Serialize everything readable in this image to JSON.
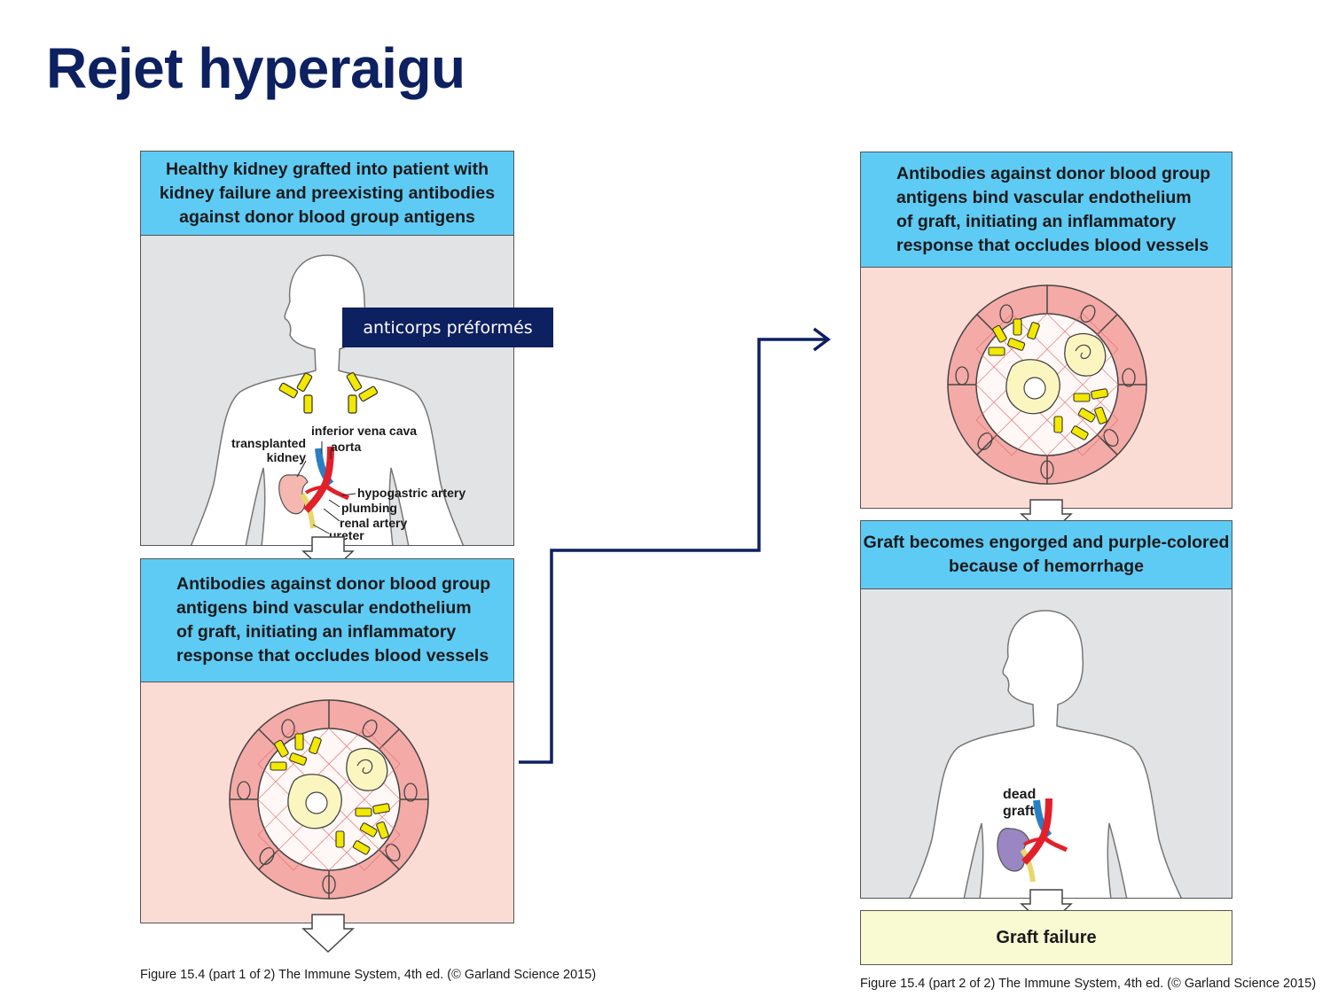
{
  "slide": {
    "title": "Rejet hyperaigu",
    "tooltip": "anticorps préformés"
  },
  "left_figure": {
    "step1_text": "Healthy kidney grafted into patient with\nkidney failure and preexisting antibodies\nagainst donor blood group antigens",
    "labels": {
      "inferior_vena_cava": "inferior vena cava",
      "aorta": "aorta",
      "transplanted_kidney": "transplanted\nkidney",
      "hypogastric_artery": "hypogastric artery",
      "plumbing": "plumbing",
      "renal_artery": "renal artery",
      "ureter": "ureter"
    },
    "step2_text": "Antibodies against donor blood group\nantigens bind vascular endothelium\nof graft, initiating an inflammatory\nresponse that occludes blood vessels",
    "caption": "Figure 15.4 (part 1 of 2)  The Immune System, 4th ed. (© Garland Science 2015)"
  },
  "right_figure": {
    "step2_text": "Antibodies against donor blood group\nantigens bind vascular endothelium\nof graft, initiating an inflammatory\nresponse that occludes blood vessels",
    "step3_text": "Graft becomes engorged and purple-colored\nbecause of hemorrhage",
    "labels": {
      "dead_graft": "dead\ngraft"
    },
    "step4_text": "Graft failure",
    "caption": "Figure 15.4 (part 2 of 2)  The Immune System, 4th ed. (© Garland Science 2015)"
  },
  "colors": {
    "title": "#0d2060",
    "header_blue": "#5ecbf5",
    "panel_gray": "#e2e3e5",
    "panel_pink": "#fbdcd5",
    "tooltip_bg": "#0d2060",
    "connector": "#0d2060",
    "antibody": "#f2e800",
    "artery_red": "#e2202a",
    "vein_blue": "#2a7fc4",
    "kidney_pink": "#f4b8b0",
    "dead_kidney_purple": "#9a86c2",
    "failure_box": "#fafad2"
  }
}
